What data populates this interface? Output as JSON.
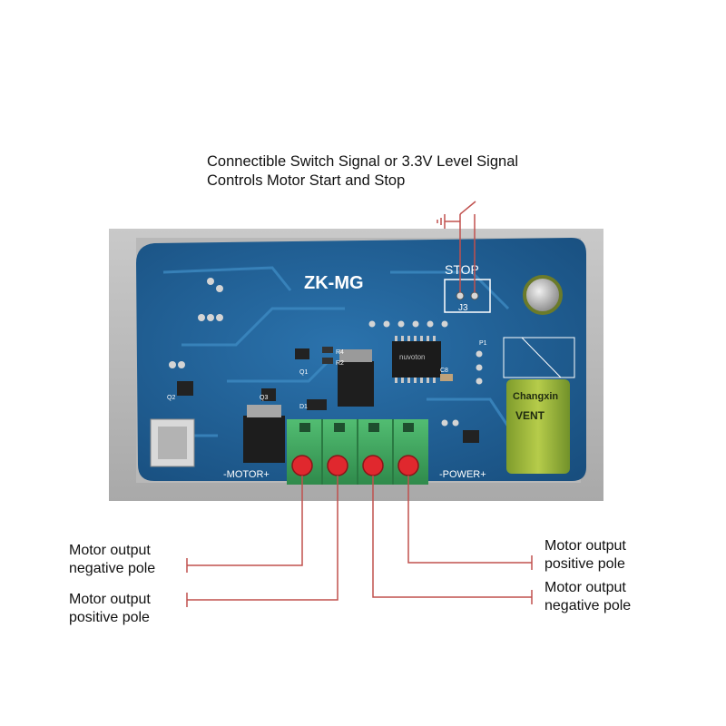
{
  "caption": {
    "line1": "Connectible Switch Signal or 3.3V Level Signal",
    "line2": "Controls Motor Start and Stop"
  },
  "board": {
    "model": "ZK-MG",
    "stop_label": "STOP",
    "jumper_label": "J3",
    "motor_label": "-MOTOR+",
    "power_label": "-POWER+",
    "cap_brand": "Changxin",
    "cap_vent": "VENT",
    "chip_brand": "nuvoton",
    "silk": {
      "r4": "R4",
      "r2": "R2",
      "q1": "Q1",
      "q2": "Q2",
      "q3": "Q3",
      "d1": "D1",
      "c8": "C8",
      "p1": "P1"
    }
  },
  "terminals": {
    "t1": "Motor output negative pole",
    "t2": "Motor output positive pole",
    "t3": "Motor output negative pole",
    "t4": "Motor output positive pole"
  },
  "labels": {
    "left_top_line1": "Motor output",
    "left_top_line2": "negative pole",
    "left_bottom_line1": "Motor output",
    "left_bottom_line2": "positive pole",
    "right_top_line1": "Motor output",
    "right_top_line2": "positive pole",
    "right_bottom_line1": "Motor output",
    "right_bottom_line2": "negative pole"
  },
  "colors": {
    "board": "#1f5f96",
    "terminal": "#3fa860",
    "screw": "#e0282e",
    "leader": "#c0504d"
  }
}
